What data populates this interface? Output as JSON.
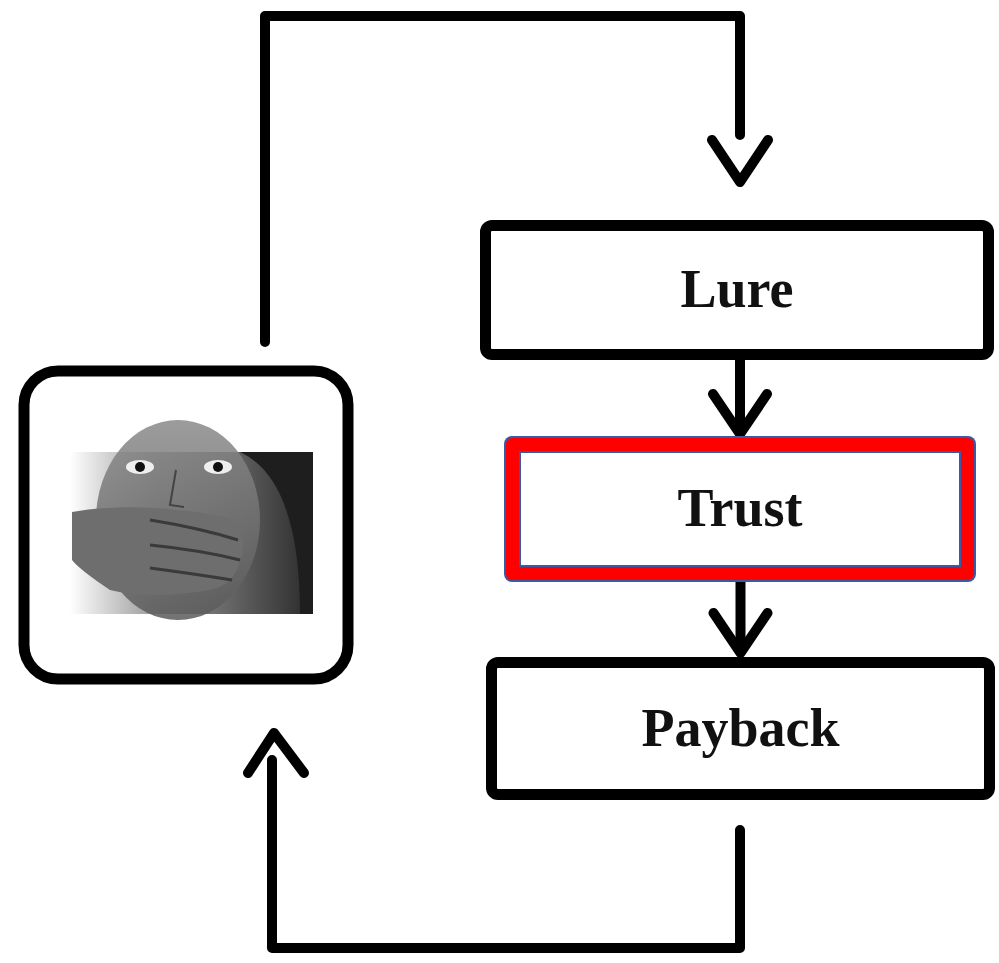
{
  "diagram": {
    "nodes": [
      {
        "text": [
          "Lure"
        ]
      },
      {
        "text": [
          "Trust"
        ]
      },
      {
        "text": [
          "Payback"
        ]
      }
    ],
    "edges": [
      {
        "from": 0,
        "to": 1,
        "arrow": "to"
      },
      {
        "from": 1,
        "to": 2,
        "arrow": "to"
      }
    ]
  }
}
